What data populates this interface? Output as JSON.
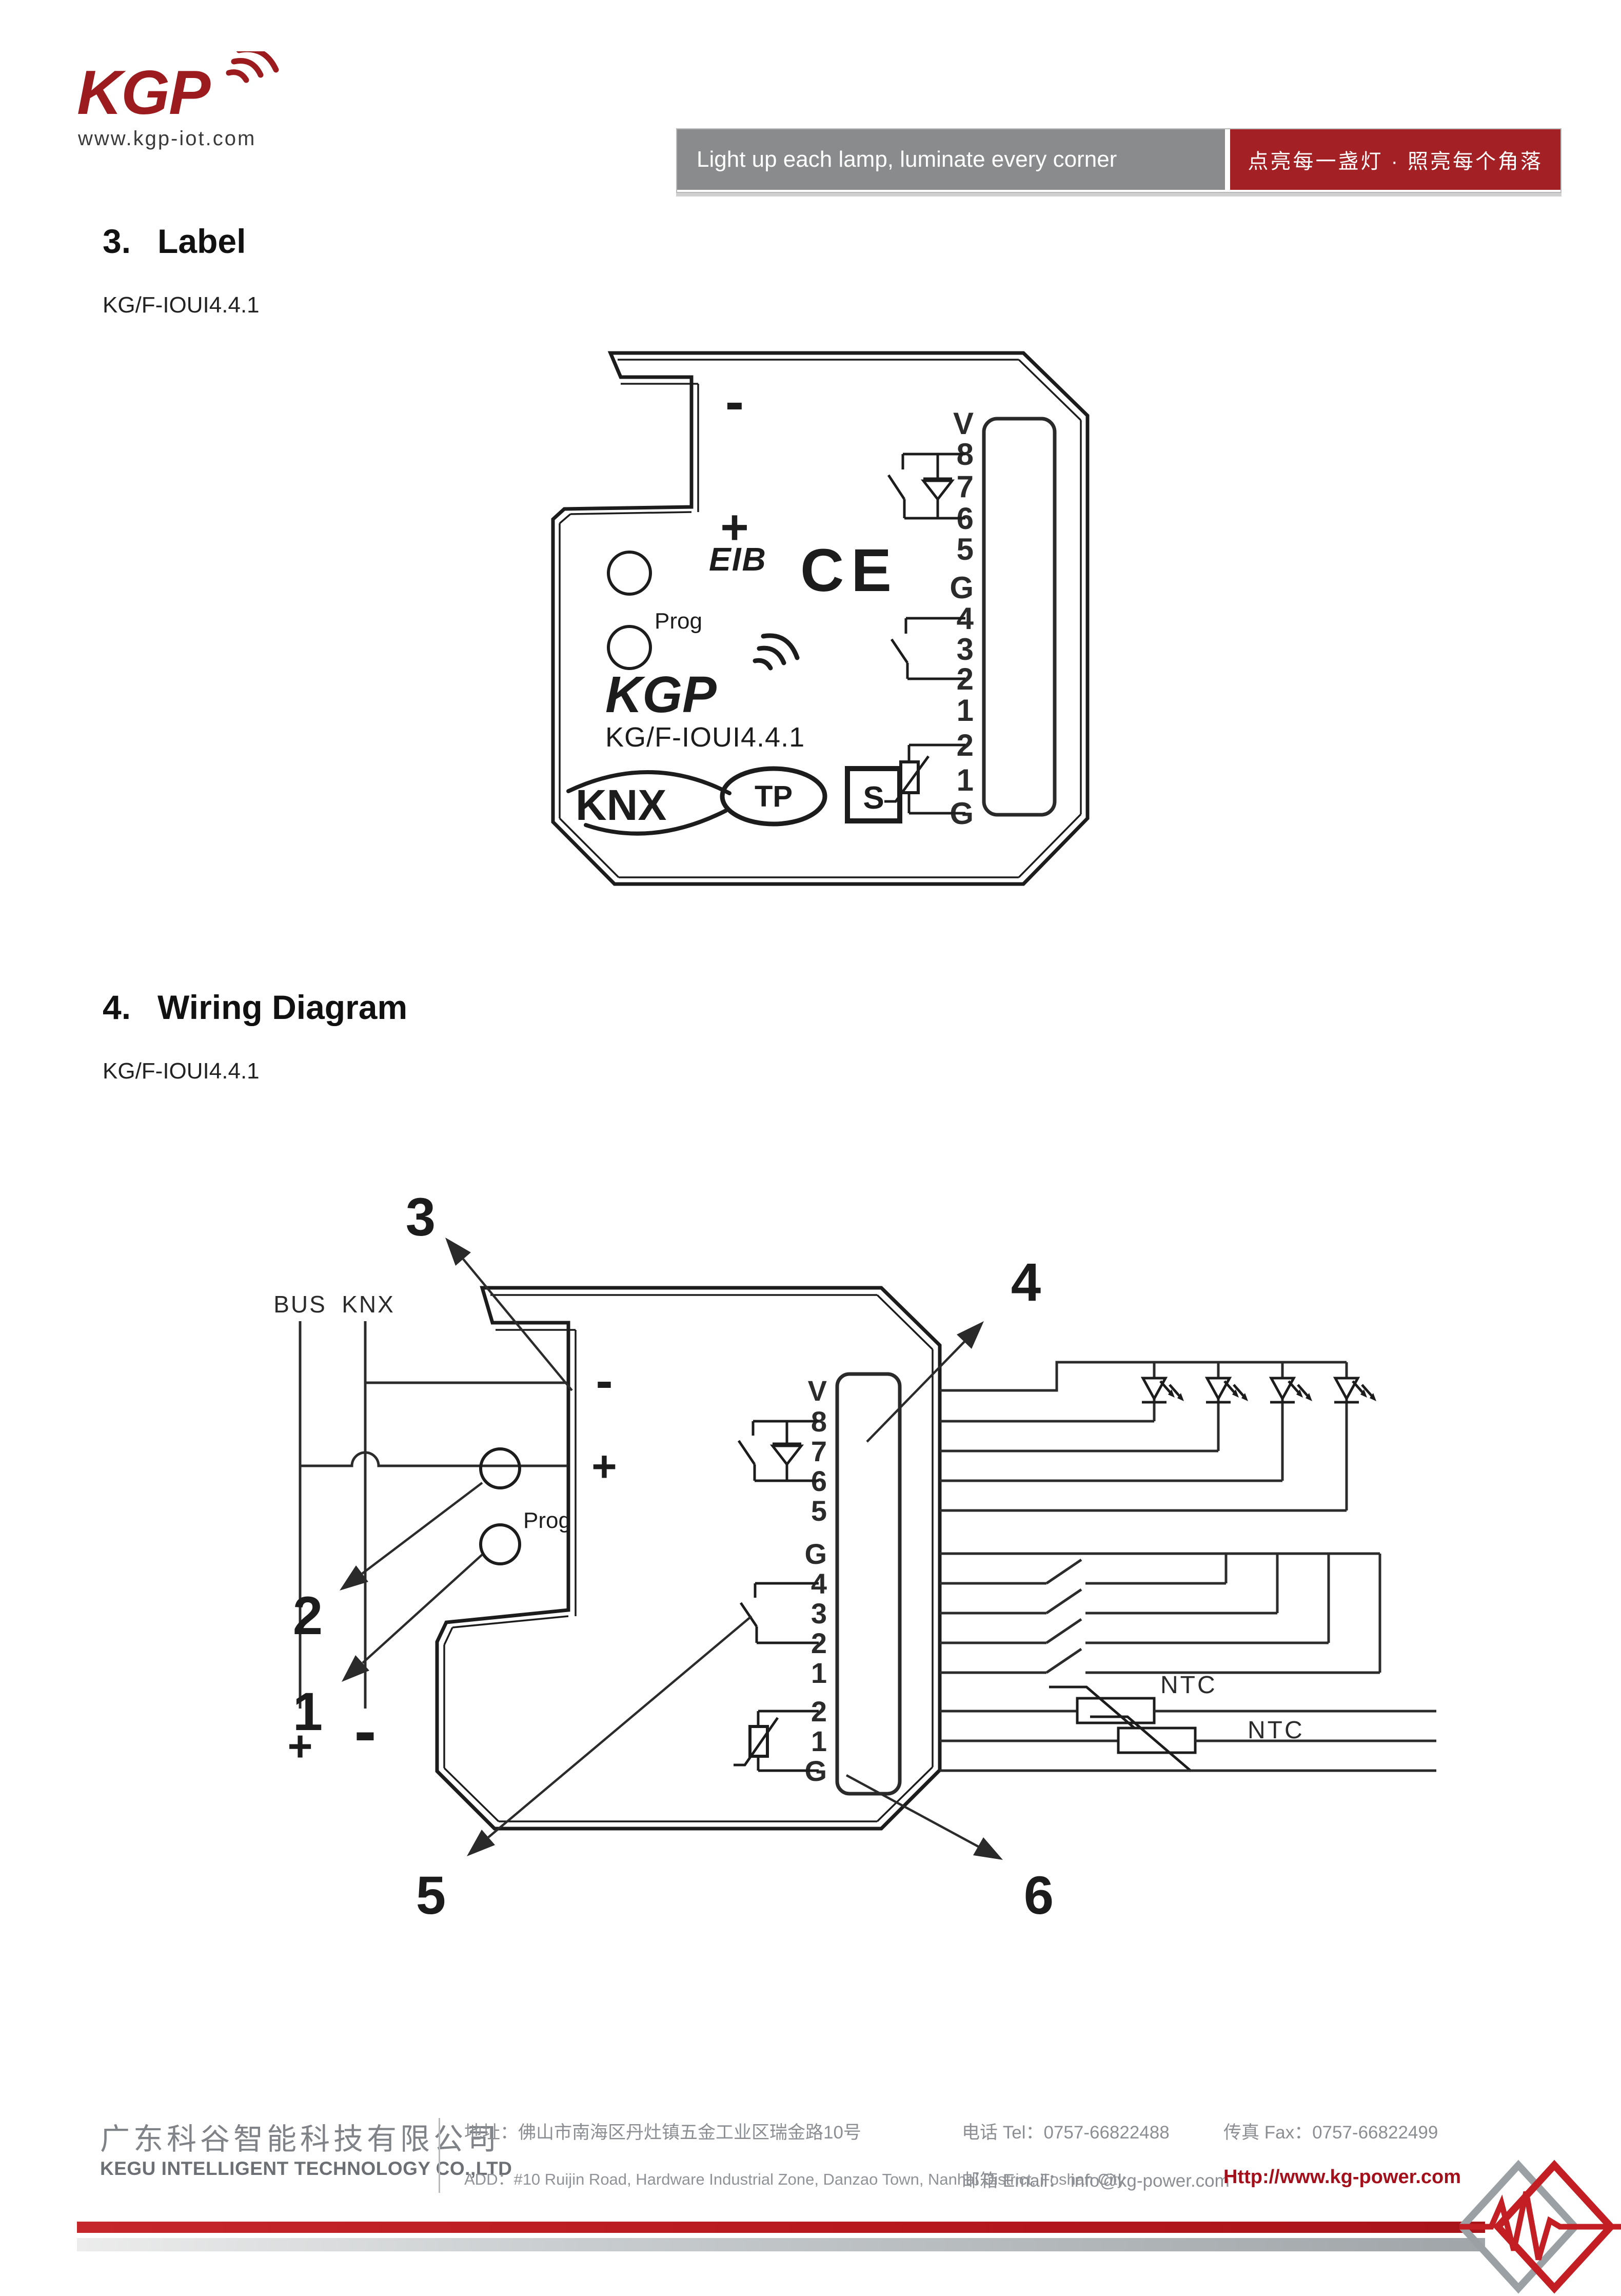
{
  "header": {
    "logo_text": "KGP",
    "website": "www.kgp-iot.com",
    "tagline_en": "Light up each lamp, luminate every corner",
    "tagline_zh": "点亮每一盏灯 · 照亮每个角落",
    "brand_color": "#9b1b1e",
    "tagline_en_bg": "#8a8b8d",
    "tagline_zh_bg": "#a32024"
  },
  "sections": {
    "label": {
      "number": "3.",
      "title": "Label",
      "model": "KG/F-IOUI4.4.1"
    },
    "wiring": {
      "number": "4.",
      "title": "Wiring Diagram",
      "model": "KG/F-IOUI4.4.1"
    }
  },
  "device": {
    "minus": "-",
    "plus": "+",
    "prog": "Prog",
    "eib": "EIB",
    "ce": "CE",
    "brand": "KGP",
    "model": "KG/F-IOUI4.4.1",
    "knx": "KNX",
    "tp": "TP",
    "s": "S",
    "terminals": [
      "V",
      "8",
      "7",
      "6",
      "5",
      "G",
      "4",
      "3",
      "2",
      "1",
      "2",
      "1",
      "G"
    ]
  },
  "wiring": {
    "bus": "BUS",
    "knx": "KNX",
    "plus": "+",
    "minus": "-",
    "prog": "Prog",
    "ntc": [
      "NTC",
      "NTC"
    ],
    "callouts": [
      "1",
      "2",
      "3",
      "4",
      "5",
      "6"
    ]
  },
  "footer": {
    "company_zh": "广东科谷智能科技有限公司",
    "company_en": "KEGU INTELLIGENT TECHNOLOGY CO.,LTD",
    "address_zh": "地址：佛山市南海区丹灶镇五金工业区瑞金路10号",
    "address_en": "ADD：#10 Ruijin Road, Hardware Industrial Zone, Danzao Town, Nanhai District, Foshan City",
    "tel": "电话 Tel：0757-66822488",
    "fax": "传真 Fax：0757-66822499",
    "email": "邮箱 Email：  info@kg-power.com",
    "website": "Http://www.kg-power.com",
    "bar_red": "#b5171d"
  }
}
